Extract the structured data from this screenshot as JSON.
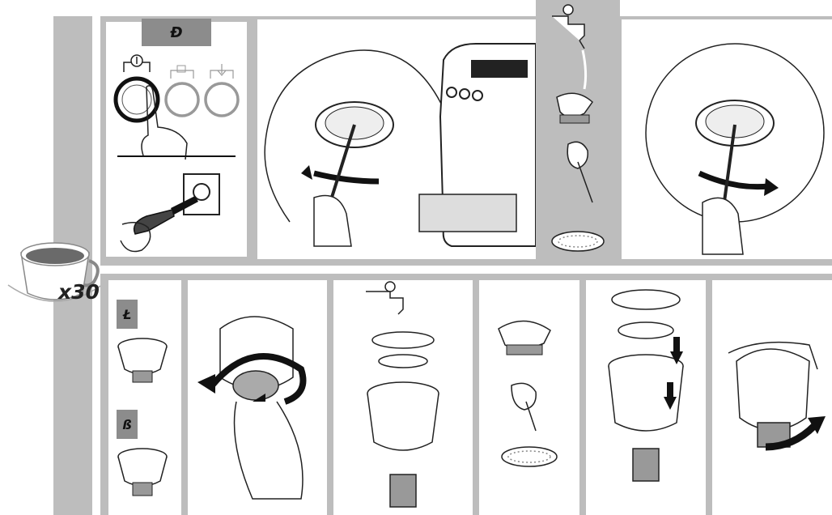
{
  "top_left_panel": {
    "step_label": "Ð"
  },
  "badge": {
    "count_text": "x30"
  },
  "bottom_left_panel": {
    "labels": [
      "Ł",
      "ß"
    ]
  },
  "colors": {
    "band": "#bdbdbd",
    "label_box": "#8c8c8c",
    "ink": "#222222"
  },
  "icons": [
    "power-button-icon",
    "cup-button-icon",
    "steam-button-icon",
    "plug-icon",
    "tap-icon",
    "brush-icon",
    "needle-icon",
    "filter-disc-icon",
    "rotate-arrow-icon",
    "coffee-cup-icon"
  ]
}
